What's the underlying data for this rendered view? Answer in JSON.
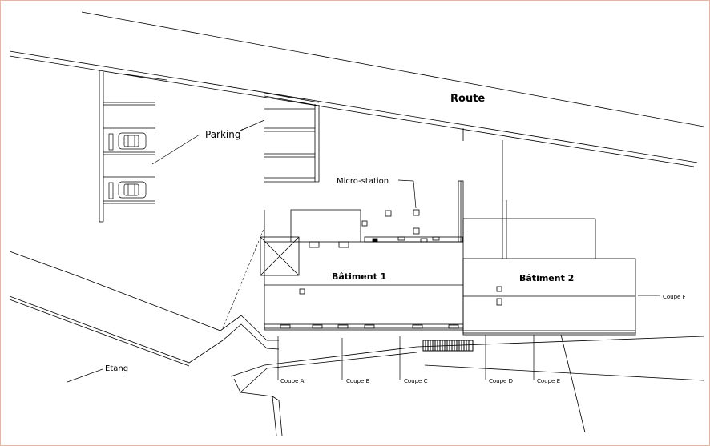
{
  "labels": {
    "route": "Route",
    "parking": "Parking",
    "micro_station": "Micro-station",
    "batiment_1": "Bâtiment 1",
    "batiment_2": "Bâtiment 2",
    "etang": "Etang",
    "coupe_a": "Coupe A",
    "coupe_b": "Coupe B",
    "coupe_c": "Coupe C",
    "coupe_d": "Coupe D",
    "coupe_e": "Coupe E",
    "coupe_f": "Coupe F"
  },
  "colors": {
    "line": "#000000",
    "frame": "#e3b9a5",
    "background": "#ffffff"
  }
}
